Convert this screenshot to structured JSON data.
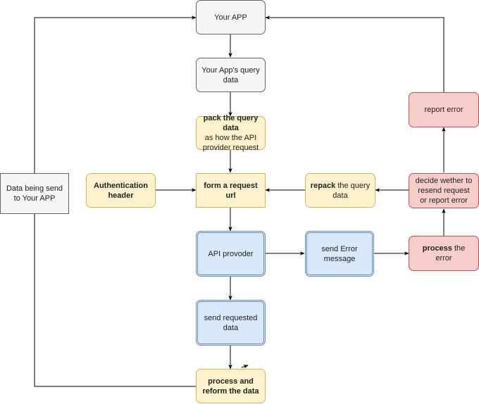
{
  "nodes": {
    "your_app": {
      "bold": "",
      "text": "Your APP"
    },
    "query_data": {
      "bold": "",
      "text": "Your App's query data"
    },
    "pack_query": {
      "bold": "pack the query data",
      "text": "as how the API provider request"
    },
    "auth_header": {
      "bold": "Authentication header",
      "text": ""
    },
    "form_url": {
      "bold": "form a request url",
      "text": ""
    },
    "repack": {
      "bold": "repack",
      "text": " the query data"
    },
    "decide": {
      "bold": "",
      "text": "decide wether to resend request or report error"
    },
    "report_error": {
      "bold": "",
      "text": "report error"
    },
    "data_send": {
      "bold": "",
      "text": "Data being send to Your APP"
    },
    "api_provider": {
      "bold": "",
      "text": "API provoder"
    },
    "send_error": {
      "bold": "",
      "text": "send Error message"
    },
    "process_error": {
      "bold": "process",
      "text": " the error"
    },
    "send_data": {
      "bold": "",
      "text": "send requested data"
    },
    "process_reform": {
      "bold": "process and reform the data",
      "text": ""
    }
  },
  "colors": {
    "gray_fill": "#f5f5f5",
    "yellow_fill": "#fff2cc",
    "red_fill": "#f8cecc",
    "blue_fill": "#dae8fc",
    "edge": "#000000"
  }
}
